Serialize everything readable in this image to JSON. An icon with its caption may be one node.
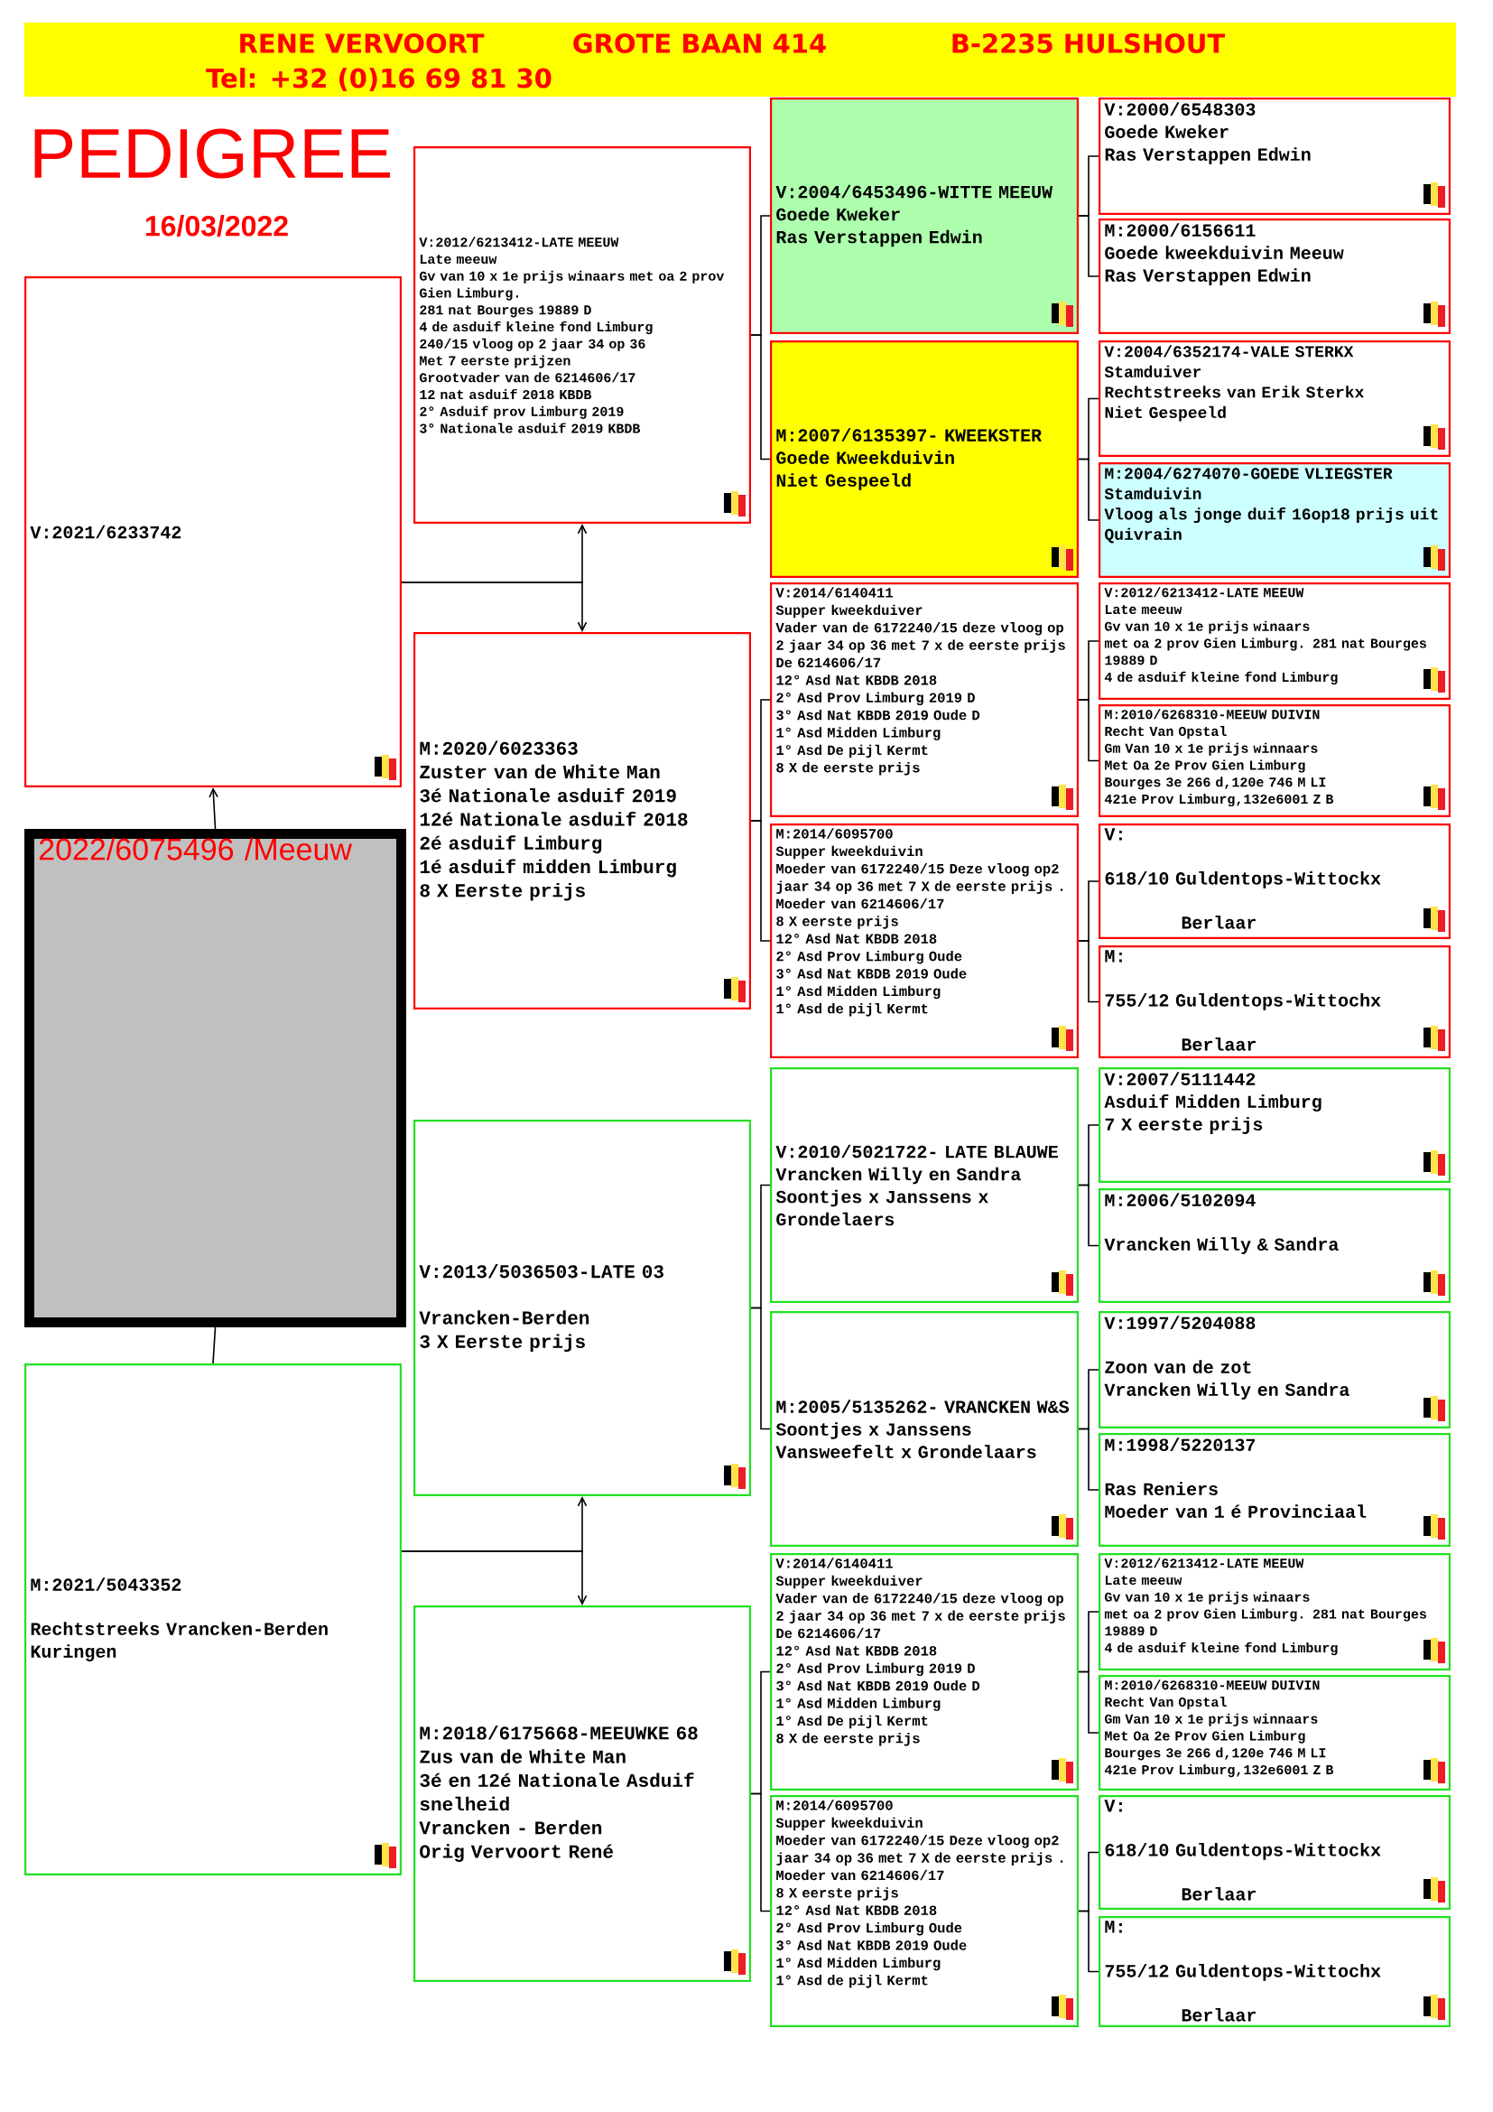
{
  "diagram": {
    "title": "PEDIGREE",
    "nodes": [
      {
        "text": [
          "V:2021/6233742"
        ]
      },
      {
        "text": [
          "2022/6075496 /Meeuw"
        ]
      },
      {
        "text": [
          "M:2021/5043352",
          "Rechtstreeks Vrancken-Berden Kuringen"
        ]
      },
      {
        "text": [
          "V:2012/6213412-LATE MEEUW",
          "Late meeuw",
          "Gv van 10 x 1e prijs winaars met oa 2 prov Gien Limburg.",
          "281 nat Bourges 19889 D",
          "4 de asduif kleine fond Limburg",
          "240/15 vloog op 2 jaar 34 op 36",
          "Met 7 eerste prijzen",
          "Grootvader van de 6214606/17",
          "12 nat asduif 2018 KBDB",
          "2° Asduif prov Limburg 2019",
          "3° Nationale asduif 2019 KBDB"
        ]
      },
      {
        "text": [
          "M:2020/6023363",
          "Zuster van de White Man",
          "3é Nationale asduif 2019",
          "12é Nationale asduif 2018",
          "2é asduif Limburg",
          "1é asduif midden Limburg",
          "8 X Eerste prijs"
        ]
      },
      {
        "text": [
          "V:2013/5036503-LATE 03",
          "Vrancken-Berden",
          "3 X Eerste prijs"
        ]
      },
      {
        "text": [
          "M:2018/6175668-MEEUWKE 68",
          "Zus van de White Man",
          "3é en 12é Nationale Asduif snelheid",
          "Vrancken - Berden",
          "Orig Vervoort René"
        ]
      },
      {
        "text": [
          "V:2004/6453496-WITTE MEEUW",
          "Goede Kweker",
          "Ras Verstappen Edwin"
        ]
      },
      {
        "text": [
          "M:2007/6135397- KWEEKSTER",
          "Goede Kweekduivin",
          "Niet Gespeeld"
        ]
      },
      {
        "text": [
          "V:2014/6140411",
          "Supper kweekduiver",
          "Vader van de 6172240/15 deze vloog op 2 jaar 34 op 36 met 7 x de eerste prijs",
          "De 6214606/17",
          "12° Asd Nat KBDB 2018",
          "2° Asd Prov Limburg 2019 D",
          "3° Asd Nat KBDB 2019 Oude D",
          "1° Asd Midden Limburg",
          "1° Asd De pijl Kermt",
          "8 X de eerste prijs"
        ]
      },
      {
        "text": [
          "M:2014/6095700",
          "Supper kweekduivin",
          "Moeder van 6172240/15 Deze vloog op2 jaar 34 op 36 met 7 X de eerste prijs .",
          "Moeder van 6214606/17",
          "8 X eerste prijs",
          "12° Asd Nat KBDB 2018",
          "2° Asd Prov Limburg Oude",
          "3° Asd Nat KBDB 2019 Oude",
          "1° Asd Midden Limburg",
          "1° Asd de pijl Kermt"
        ]
      },
      {
        "text": [
          "V:2010/5021722- LATE BLAUWE",
          "Vrancken Willy en Sandra",
          "Soontjes x Janssens x Grondelaers"
        ]
      },
      {
        "text": [
          "M:2005/5135262- VRANCKEN W&S",
          "Soontjes x Janssens Vansweefelt x Grondelaars"
        ]
      },
      {
        "text": [
          "V:2014/6140411",
          "Supper kweekduiver",
          "Vader van de 6172240/15 deze vloog op 2 jaar 34 op 36 met 7 x de eerste prijs",
          "De 6214606/17",
          "12° Asd Nat KBDB 2018",
          "2° Asd Prov Limburg 2019 D",
          "3° Asd Nat KBDB 2019 Oude D",
          "1° Asd Midden Limburg",
          "1° Asd De pijl Kermt",
          "8 X de eerste prijs"
        ]
      },
      {
        "text": [
          "M:2014/6095700",
          "Supper kweekduivin",
          "Moeder van 6172240/15 Deze vloog op2 jaar 34 op 36 met 7 X de eerste prijs .",
          "Moeder van 6214606/17",
          "8 X eerste prijs",
          "12° Asd Nat KBDB 2018",
          "2° Asd Prov Limburg Oude",
          "3° Asd Nat KBDB 2019 Oude",
          "1° Asd Midden Limburg",
          "1° Asd de pijl Kermt"
        ]
      },
      {
        "text": [
          "V:2000/6548303",
          "Goede Kweker",
          "Ras Verstappen Edwin"
        ]
      },
      {
        "text": [
          "M:2000/6156611",
          "Goede kweekduivin Meeuw",
          "Ras Verstappen Edwin"
        ]
      },
      {
        "text": [
          "V:2004/6352174-VALE STERKX",
          "Stamduiver",
          "Rechtstreeks van Erik Sterkx",
          "Niet Gespeeld"
        ]
      },
      {
        "text": [
          "M:2004/6274070-GOEDE VLIEGSTER",
          "Stamduivin",
          "Vloog als jonge duif 16op18 prijs uit Quivrain"
        ]
      },
      {
        "text": [
          "V:2012/6213412-LATE MEEUW",
          "Late meeuw",
          "Gv van 10 x 1e prijs winaars",
          "met oa 2 prov Gien Limburg. 281 nat Bourges 19889 D",
          "4 de asduif kleine fond Limburg"
        ]
      },
      {
        "text": [
          "M:2010/6268310-MEEUW DUIVIN",
          "Recht Van Opstal",
          "Gm Van 10 x 1e prijs winnaars",
          "Met Oa 2e Prov Gien Limburg",
          "Bourges 3e 266 d,120e 746 M LI",
          "421e Prov Limburg,132e6001 Z B"
        ]
      },
      {
        "text": [
          "V:",
          "618/10 Guldentops-Wittockx",
          "Berlaar"
        ]
      },
      {
        "text": [
          "M:",
          "755/12 Guldentops-Wittochx",
          "Berlaar"
        ]
      },
      {
        "text": [
          "V:2007/5111442",
          "Asduif Midden Limburg",
          "7 X eerste prijs"
        ]
      },
      {
        "text": [
          "M:2006/5102094",
          "Vrancken Willy & Sandra"
        ]
      },
      {
        "text": [
          "V:1997/5204088",
          "Zoon van de zot",
          "Vrancken Willy en Sandra"
        ]
      },
      {
        "text": [
          "M:1998/5220137",
          "Ras Reniers",
          "Moeder van 1 é Provinciaal"
        ]
      },
      {
        "text": [
          "V:2012/6213412-LATE MEEUW",
          "Late meeuw",
          "Gv van 10 x 1e prijs winaars",
          "met oa 2 prov Gien Limburg. 281 nat Bourges 19889 D",
          "4 de asduif kleine fond Limburg"
        ]
      },
      {
        "text": [
          "M:2010/6268310-MEEUW DUIVIN",
          "Recht Van Opstal",
          "Gm Van 10 x 1e prijs winnaars",
          "Met Oa 2e Prov Gien Limburg",
          "Bourges 3e 266 d,120e 746 M LI",
          "421e Prov Limburg,132e6001 Z B"
        ]
      },
      {
        "text": [
          "V:",
          "618/10 Guldentops-Wittockx",
          "Berlaar"
        ]
      },
      {
        "text": [
          "M:",
          "755/12 Guldentops-Wittochx",
          "Berlaar"
        ]
      }
    ],
    "edges": [
      {
        "from": 1,
        "to": 0,
        "arrow": "to"
      },
      {
        "from": 1,
        "to": 2,
        "arrow": "none"
      },
      {
        "from": 0,
        "to": 3,
        "arrow": "to"
      },
      {
        "from": 0,
        "to": 4,
        "arrow": "to"
      },
      {
        "from": 2,
        "to": 5,
        "arrow": "to"
      },
      {
        "from": 2,
        "to": 6,
        "arrow": "to"
      },
      {
        "from": 3,
        "to": 7,
        "arrow": "none"
      },
      {
        "from": 3,
        "to": 8,
        "arrow": "none"
      },
      {
        "from": 4,
        "to": 9,
        "arrow": "none"
      },
      {
        "from": 4,
        "to": 10,
        "arrow": "none"
      },
      {
        "from": 5,
        "to": 11,
        "arrow": "none"
      },
      {
        "from": 5,
        "to": 12,
        "arrow": "none"
      },
      {
        "from": 6,
        "to": 13,
        "arrow": "none"
      },
      {
        "from": 6,
        "to": 14,
        "arrow": "none"
      },
      {
        "from": 7,
        "to": 15,
        "arrow": "none"
      },
      {
        "from": 7,
        "to": 16,
        "arrow": "none"
      },
      {
        "from": 8,
        "to": 17,
        "arrow": "none"
      },
      {
        "from": 8,
        "to": 18,
        "arrow": "none"
      },
      {
        "from": 9,
        "to": 19,
        "arrow": "none"
      },
      {
        "from": 9,
        "to": 20,
        "arrow": "none"
      },
      {
        "from": 10,
        "to": 21,
        "arrow": "none"
      },
      {
        "from": 10,
        "to": 22,
        "arrow": "none"
      },
      {
        "from": 11,
        "to": 23,
        "arrow": "none"
      },
      {
        "from": 11,
        "to": 24,
        "arrow": "none"
      },
      {
        "from": 12,
        "to": 25,
        "arrow": "none"
      },
      {
        "from": 12,
        "to": 26,
        "arrow": "none"
      },
      {
        "from": 13,
        "to": 27,
        "arrow": "none"
      },
      {
        "from": 13,
        "to": 28,
        "arrow": "none"
      },
      {
        "from": 14,
        "to": 29,
        "arrow": "none"
      },
      {
        "from": 14,
        "to": 30,
        "arrow": "none"
      }
    ],
    "labels": [
      "RENE VERVOORT",
      "GROTE BAAN  414",
      "B-2235   HULSHOUT",
      "Tel: +32 (0)16 69 81 30",
      "16/03/2022"
    ]
  }
}
